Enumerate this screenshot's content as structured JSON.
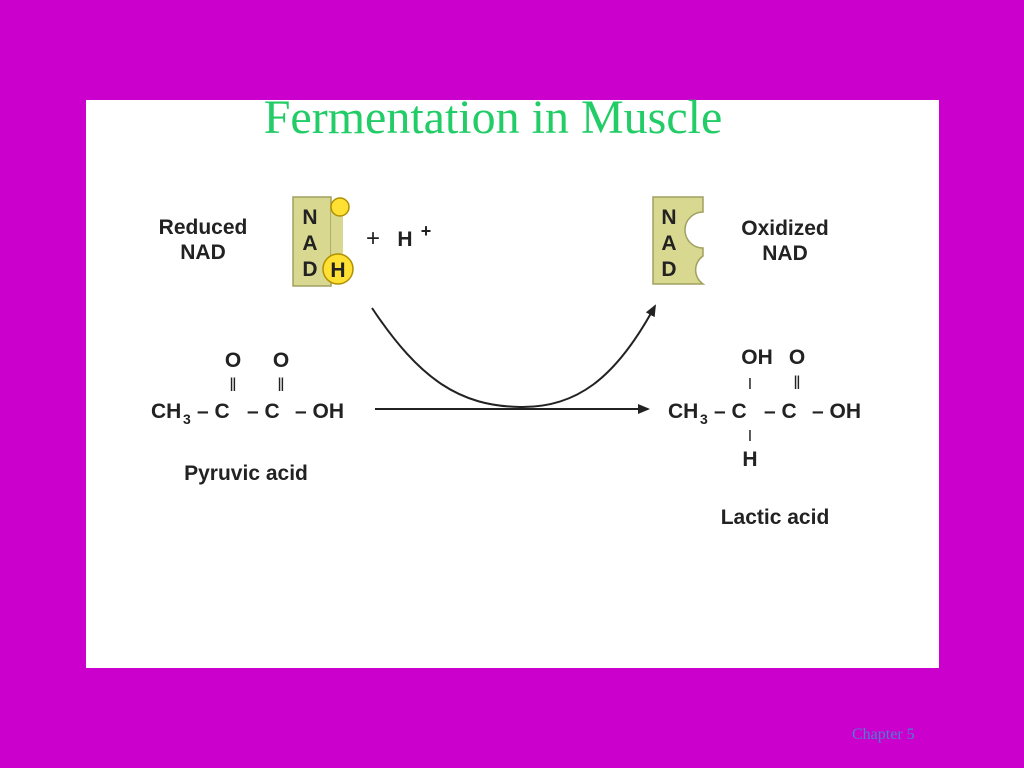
{
  "slide": {
    "title": "Fermentation in Muscle",
    "footer": "Chapter 5"
  },
  "diagram": {
    "reduced_nad": {
      "line1": "Reduced",
      "line2": "NAD"
    },
    "oxidized_nad": {
      "line1": "Oxidized",
      "line2": "NAD"
    },
    "nad_letters": [
      "N",
      "A",
      "D"
    ],
    "hydrogen_on_nad": "H",
    "plus_sign": "+",
    "proton": {
      "symbol": "H",
      "charge": "+"
    },
    "pyruvic": {
      "carbonyl_o1": "O",
      "carbonyl_o2": "O",
      "double_bond": "‖",
      "ch": "CH",
      "sub": "3",
      "c1": "– C",
      "c2": "– C",
      "oh": "– OH",
      "name": "Pyruvic acid"
    },
    "lactic": {
      "top_oh": "OH",
      "top_o": "O",
      "single_bond": "I",
      "double_bond": "‖",
      "ch": "CH",
      "sub": "3",
      "c1": "– C",
      "c2": "– C",
      "oh": "– OH",
      "bottom_h": "H",
      "name": "Lactic acid"
    },
    "colors": {
      "title": "#22cc66",
      "background": "#cc00cc",
      "nad_fill": "#d8d890",
      "hydrogen_fill": "#ffe033",
      "footer": "#4a7fd0"
    }
  }
}
